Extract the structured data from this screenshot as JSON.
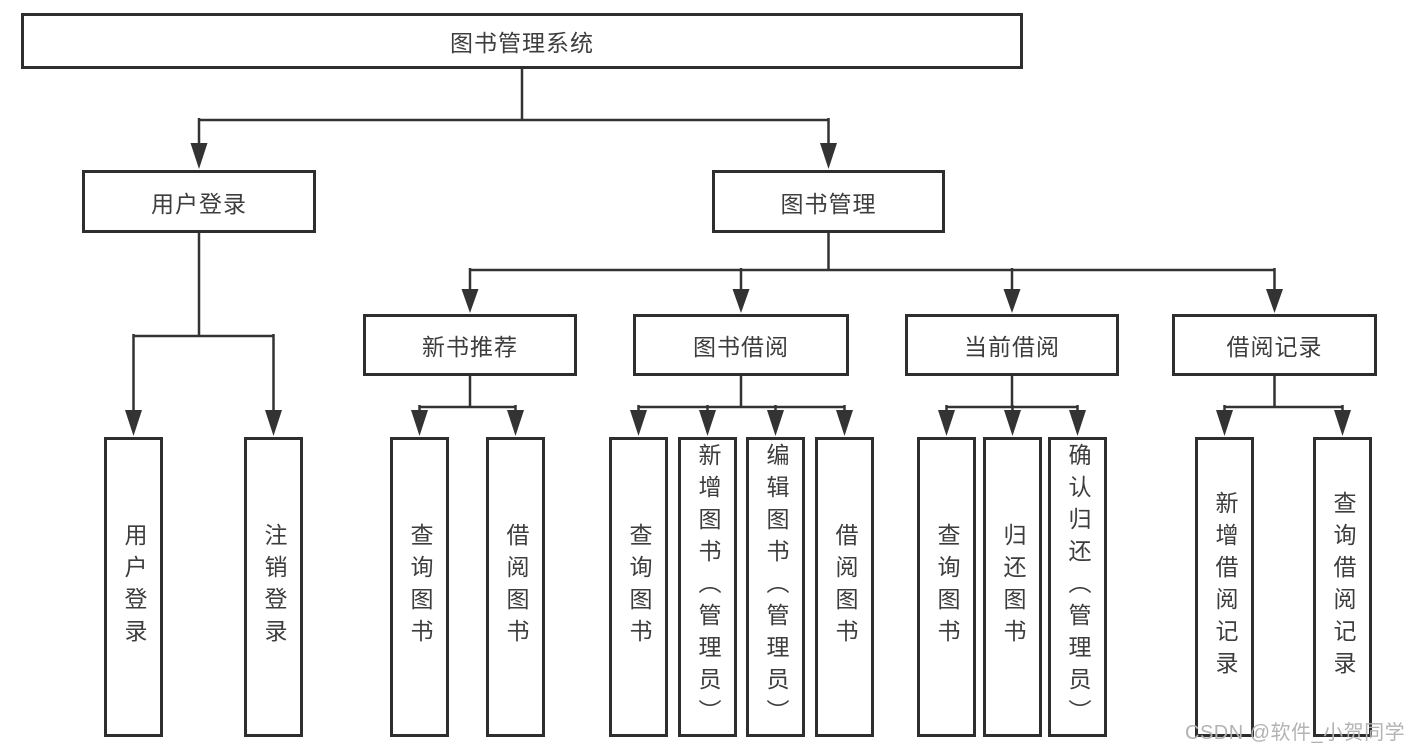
{
  "diagram": {
    "root": {
      "label": "图书管理系统"
    },
    "level2": [
      {
        "id": "user-login",
        "label": "用户登录"
      },
      {
        "id": "book-management",
        "label": "图书管理"
      }
    ],
    "level3": [
      {
        "id": "new-book-recommend",
        "label": "新书推荐",
        "parent": "图书管理"
      },
      {
        "id": "book-borrowing",
        "label": "图书借阅",
        "parent": "图书管理"
      },
      {
        "id": "current-borrowing",
        "label": "当前借阅",
        "parent": "图书管理"
      },
      {
        "id": "borrowing-records",
        "label": "借阅记录",
        "parent": "图书管理"
      }
    ],
    "leaves": [
      {
        "label": "用户登录",
        "parent": "用户登录"
      },
      {
        "label": "注销登录",
        "parent": "用户登录"
      },
      {
        "label": "查询图书",
        "parent": "新书推荐"
      },
      {
        "label": "借阅图书",
        "parent": "新书推荐"
      },
      {
        "label": "查询图书",
        "parent": "图书借阅"
      },
      {
        "label": "新增图书（管理员）",
        "parent": "图书借阅"
      },
      {
        "label": "编辑图书（管理员）",
        "parent": "图书借阅"
      },
      {
        "label": "借阅图书",
        "parent": "图书借阅"
      },
      {
        "label": "查询图书",
        "parent": "当前借阅"
      },
      {
        "label": "归还图书",
        "parent": "当前借阅"
      },
      {
        "label": "确认归还（管理员）",
        "parent": "当前借阅"
      },
      {
        "label": "新增借阅记录",
        "parent": "借阅记录"
      },
      {
        "label": "查询借阅记录",
        "parent": "借阅记录"
      }
    ],
    "watermark": "CSDN @软件_小贺同学",
    "colors": {
      "line": "#333333",
      "border": "#2e2e2e",
      "text": "#3d3d3d",
      "background": "#ffffff",
      "watermark": "#b3b3b3"
    }
  }
}
